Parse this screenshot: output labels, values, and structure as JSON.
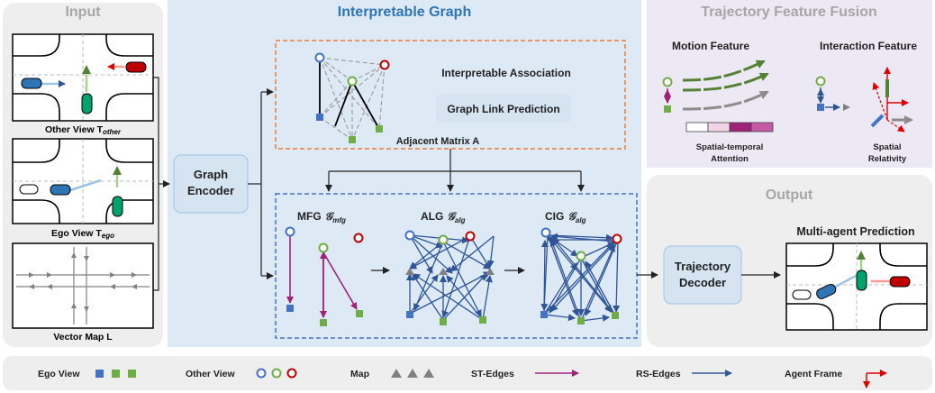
{
  "input": {
    "title": "Input",
    "other_view_label": "Other View T",
    "other_view_sub": "other",
    "ego_view_label": "Ego View T",
    "ego_view_sub": "ego",
    "vector_map_label": "Vector Map L"
  },
  "graph_section": {
    "title": "Interpretable Graph",
    "encoder_line1": "Graph",
    "encoder_line2": "Encoder",
    "assoc_title": "Interpretable Association",
    "link_pred_label": "Graph Link Prediction",
    "adj_matrix_label": "Adjacent Matrix A",
    "mfg_label": "MFG",
    "mfg_sym": "𝒢",
    "mfg_sub": "mfg",
    "alg_label": "ALG",
    "alg_sym": "𝒢",
    "alg_sub": "alg",
    "cig_label": "CIG",
    "cig_sym": "𝒢",
    "cig_sub": "alg"
  },
  "fusion": {
    "title": "Trajectory Feature Fusion",
    "motion_title": "Motion Feature",
    "interaction_title": "Interaction Feature",
    "attention_line1": "Spatial-temporal",
    "attention_line2": "Attention",
    "relativity_line1": "Spatial",
    "relativity_line2": "Relativity"
  },
  "output": {
    "title": "Output",
    "decoder_line1": "Trajectory",
    "decoder_line2": "Decoder",
    "prediction_title": "Multi-agent Prediction"
  },
  "legend": {
    "ego_view": "Ego View",
    "other_view": "Other View",
    "map": "Map",
    "st_edges": "ST-Edges",
    "rs_edges": "RS-Edges",
    "agent_frame": "Agent Frame"
  },
  "colors": {
    "ego_blue": "#4472c4",
    "ego_green": "#70ad47",
    "other_red": "#c00000",
    "st_edge": "#a0217a",
    "rs_edge": "#2f5597",
    "map_gray": "#808080",
    "graph_panel": "#dde9f5",
    "fusion_panel": "#ece8f4",
    "side_panel": "#eeeeee",
    "orange_dash": "#ed7d31",
    "blue_dash": "#4472c4",
    "title_blue": "#2e75b6",
    "title_gray": "#a6a6a6"
  },
  "icons": {
    "ego_agents": "square-icon",
    "other_agents": "ring-icon",
    "map_nodes": "triangle-icon",
    "agent_frame": "axis-arrows-icon"
  }
}
